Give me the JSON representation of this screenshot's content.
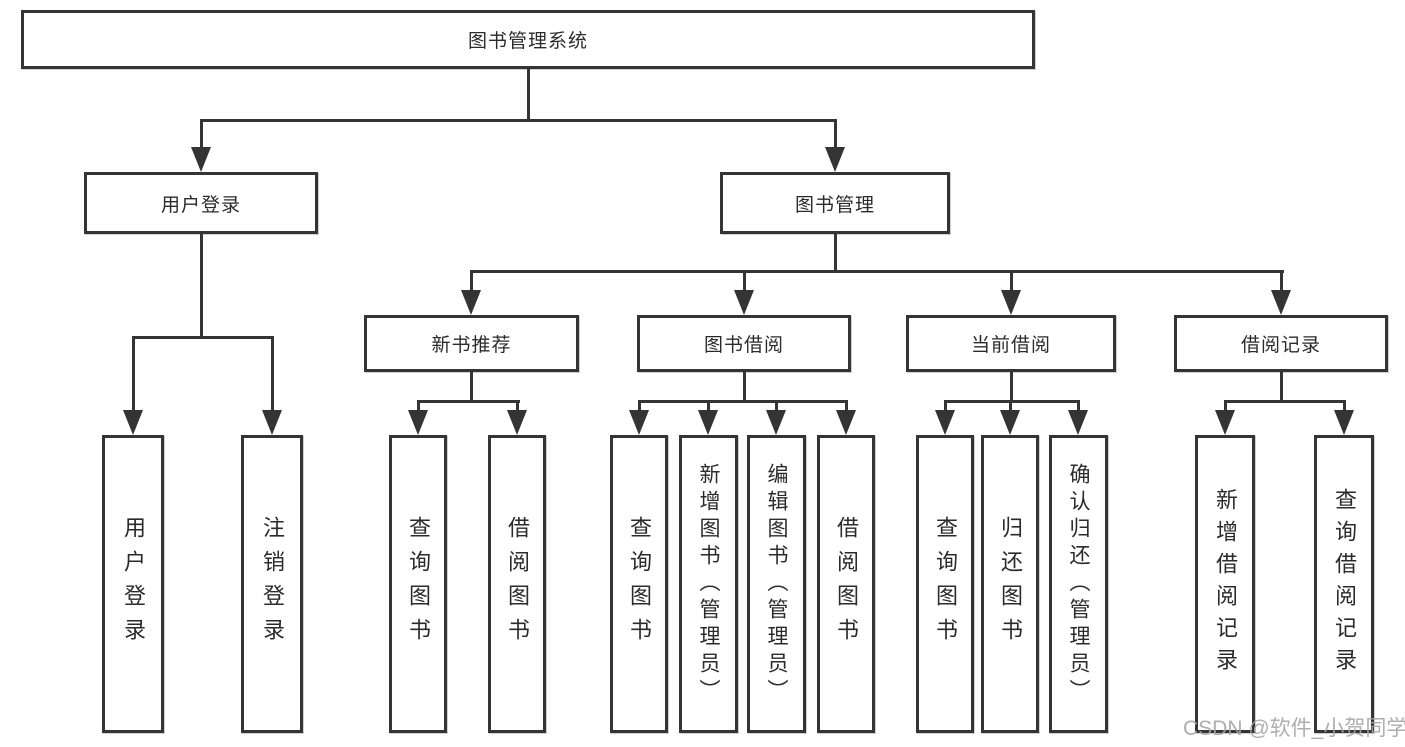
{
  "colors": {
    "line": "#343434",
    "box_border": "#343434",
    "box_fill": "#ffffff",
    "text": "#2b2b2b",
    "watermark": "#a5a5a5",
    "background": "#ffffff"
  },
  "watermark": {
    "text": "CSDN @软件_小贺同学"
  },
  "tree": {
    "root": "图书管理系统",
    "branches": [
      {
        "label": "用户登录",
        "leaves": [
          "用户登录",
          "注销登录"
        ]
      },
      {
        "label": "图书管理",
        "subbranches": [
          {
            "label": "新书推荐",
            "leaves": [
              "查询图书",
              "借阅图书"
            ]
          },
          {
            "label": "图书借阅",
            "leaves": [
              "查询图书",
              "新增图书（管理员）",
              "编辑图书（管理员）",
              "借阅图书"
            ]
          },
          {
            "label": "当前借阅",
            "leaves": [
              "查询图书",
              "归还图书",
              "确认归还（管理员）"
            ]
          },
          {
            "label": "借阅记录",
            "leaves": [
              "新增借阅记录",
              "查询借阅记录"
            ]
          }
        ]
      }
    ]
  }
}
